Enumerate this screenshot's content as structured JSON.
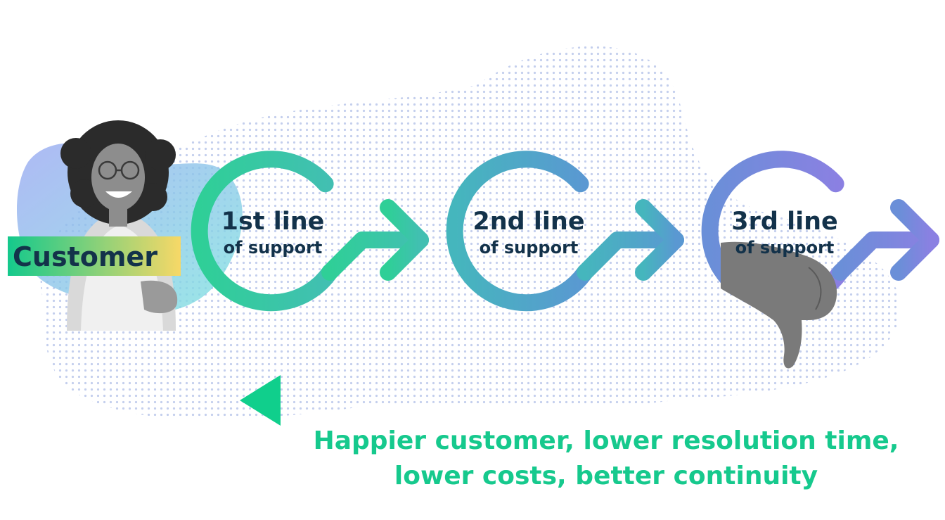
{
  "customer": {
    "label": "Customer"
  },
  "stages": [
    {
      "title": "1st line",
      "subtitle": "of support"
    },
    {
      "title": "2nd line",
      "subtitle": "of support"
    },
    {
      "title": "3rd line",
      "subtitle": "of support"
    }
  ],
  "outcome": {
    "line1": "Happier customer, lower resolution time,",
    "line2": "lower costs, better continuity"
  },
  "colors": {
    "text_dark": "#13324a",
    "outcome_text": "#16c98d",
    "stage1": "#38c9a4",
    "stage2": "#4fa6c8",
    "stage3": "#8b82e0",
    "arrow_start": "#10cf8c",
    "arrow_end": "#f7d95c",
    "customer_tag_start": "#14c98c",
    "customer_tag_end": "#f7d867"
  },
  "icons": [
    "woman-photo",
    "thumbs-down-hand"
  ]
}
